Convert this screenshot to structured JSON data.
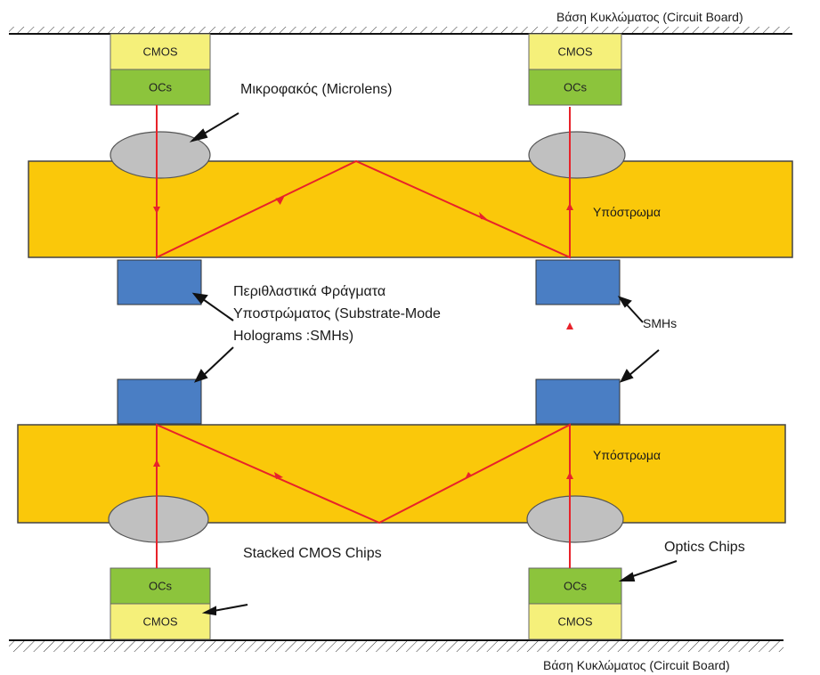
{
  "board_label_top": "Βάση Κυκλώματος (Circuit Board)",
  "board_label_bottom": "Βάση Κυκλώματος (Circuit Board)",
  "chip_cmos_label": "CMOS",
  "chip_ocs_label": "OCs",
  "microlens_label": "Μικροφακός (Microlens)",
  "substrate_label": "Υπόστρωμα",
  "smh_label_line1": "Περιθλαστικά Φράγματα",
  "smh_label_line2": "Υποστρώματος (Substrate-Mode",
  "smh_label_line3": "Holograms :SMHs)",
  "smh_short_label": "SMHs",
  "stacked_label": "Stacked CMOS Chips",
  "optics_label": "Optics Chips",
  "colors": {
    "substrate": "#fac80a",
    "cmos": "#f5f07a",
    "ocs": "#8cc43c",
    "smh": "#4a7ec4",
    "lens": "#c0c0c0",
    "beam": "#e8222a"
  }
}
